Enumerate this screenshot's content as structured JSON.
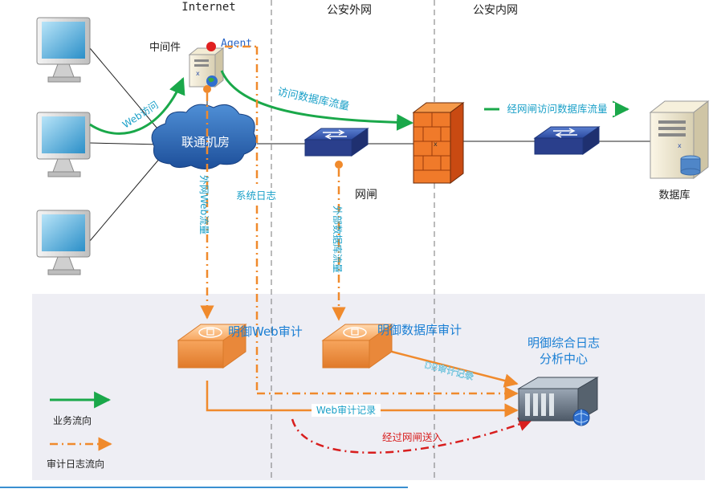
{
  "zones": {
    "internet": "Internet",
    "police_external": "公安外网",
    "police_internal": "公安内网"
  },
  "nodes": {
    "middleware": "中间件",
    "agent": "Agent",
    "unicom_room": "联通机房",
    "gatekeeper": "网闸",
    "database": "数据库",
    "web_audit": "明御Web审计",
    "db_audit": "明御数据库审计",
    "log_center_line1": "明御综合日志",
    "log_center_line2": "分析中心"
  },
  "flows": {
    "web_access": "Web访问",
    "db_access_traffic": "访问数据库流量",
    "gatekeeper_db_traffic": "经网闸访问数据库流量",
    "external_web_traffic": "外网Web流量",
    "system_log": "系统日志",
    "external_db_traffic": "外部数据库流量",
    "db_audit_record": "DB审计记录",
    "web_audit_record": "Web审计记录",
    "via_gatekeeper": "经过网闸送入"
  },
  "legend": {
    "business_flow": "业务流向",
    "audit_log_flow": "审计日志流向"
  },
  "colors": {
    "business_green": "#1aa84a",
    "audit_orange": "#f08a2c",
    "red_flow": "#d81e1e",
    "label_cyan": "#1aa0c8",
    "audit_blue": "#1a7fd4",
    "panel_bg": "#eeeef4"
  }
}
